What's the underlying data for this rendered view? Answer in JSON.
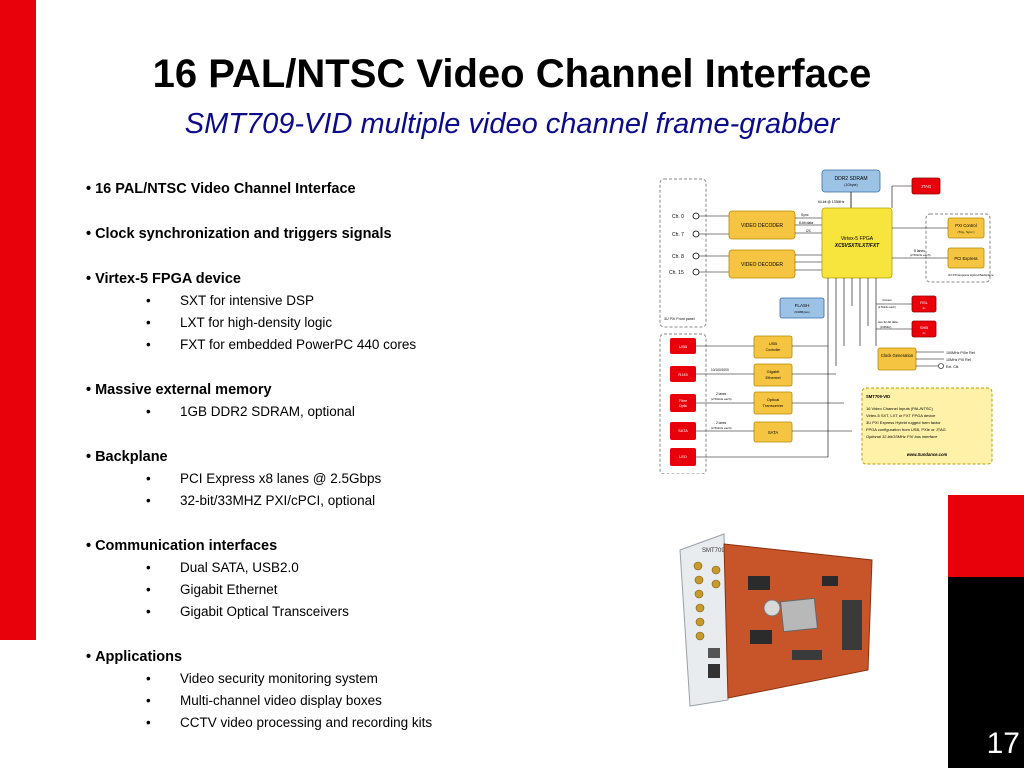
{
  "slide": {
    "title": "16 PAL/NTSC Video Channel Interface",
    "subtitle": "SMT709-VID multiple video channel frame-grabber",
    "page_number": "17"
  },
  "sections": [
    {
      "heading": "16 PAL/NTSC Video Channel Interface",
      "items": []
    },
    {
      "heading": "Clock synchronization and triggers signals",
      "items": []
    },
    {
      "heading": "Virtex-5 FPGA device",
      "items": [
        "SXT for intensive DSP",
        "LXT for high-density logic",
        "FXT for embedded PowerPC 440 cores"
      ]
    },
    {
      "heading": "Massive external memory",
      "items": [
        "1GB DDR2 SDRAM, optional"
      ]
    },
    {
      "heading": "Backplane",
      "items": [
        "PCI Express x8 lanes @ 2.5Gbps",
        "32-bit/33MHZ  PXI/cPCI, optional"
      ]
    },
    {
      "heading": "Communication interfaces",
      "items": [
        "Dual SATA, USB2.0",
        "Gigabit Ethernet",
        "Gigabit Optical Transceivers"
      ]
    },
    {
      "heading": "Applications",
      "items": [
        "Video security monitoring system",
        "Multi-channel video display boxes",
        "CCTV  video processing and recording kits"
      ]
    }
  ],
  "diagram": {
    "ddr2": "DDR2 SDRAM",
    "ddr2_sub": "(1Gbyte)",
    "bus64": "64-bit @ 133MHz",
    "jtag": "JTAG",
    "fpga": "Virtex-5 FPGA",
    "fpga_sub": "XC5VSXT/LXT/FXT",
    "video_decoder_1": "VIDEO DECODER",
    "video_decoder_2": "VIDEO DECODER",
    "ch0": "Ch. 0",
    "ch7": "Ch. 7",
    "ch8": "Ch. 8",
    "ch15": "Ch. 15",
    "sync": "Sync",
    "eight_bit": "8-bit data",
    "i2c": "I2C",
    "pxi_control": "PXI Control",
    "pxi_control_sub": "(Trig., Sync.)",
    "pci_express": "PCI Express",
    "lanes8": "8 lanes",
    "lanes8_sub": "(2.5Gbits each)",
    "pxi_hybrid": "3U PXI Express Hybrid Backplane",
    "front_panel": "3U PXI Front panel",
    "flash": "FLASH",
    "flash_sub": "(64MBytes)",
    "rsl": "RSL",
    "rsl_sub": "2x",
    "shb": "SHB",
    "shb_sub": "2x",
    "four_lanes": "4 lanes",
    "four_lanes_sub": "(2.5Gbits each)",
    "two_32bit": "two 32-bit data",
    "two_32bit_sub": "(133MHz)",
    "usb": "USB",
    "usb_ctrl": "USB Controller",
    "rj45": "RJ45",
    "gig_eth": "Gigabit Ethernet",
    "speeds": "10/100/1000",
    "fibre": "Fibre Optic",
    "optical": "Optical Transceiver",
    "two_lanes_1": "2 lanes",
    "two_lanes_1_sub": "(2.5Gbits each)",
    "sata": "SATA",
    "sata_label": "SATA",
    "two_lanes_2": "2 lanes",
    "two_lanes_2_sub": "(2.5Gbits each)",
    "led": "LED",
    "clock_gen": "Clock Generation",
    "ref100": "100MHz PXIe Ref",
    "ref10": "10MHz PXI Ref",
    "ext_clk": "Ext. Clk",
    "info_title": "SMT709-VID",
    "info_lines": [
      "16 Video Channel Inputs (PAL/NTSC)",
      "Virtex-5 SXT, LXT or FXT FPGA device",
      "3U PXI Express Hybrid rugged form factor",
      "FPGA configuration from USB, PXIe or JTAG",
      "Optional 32-bit/33MHz PXI bus interface"
    ],
    "url": "www.Sundance.com"
  },
  "photo": {
    "panel_label": "SMT709"
  }
}
